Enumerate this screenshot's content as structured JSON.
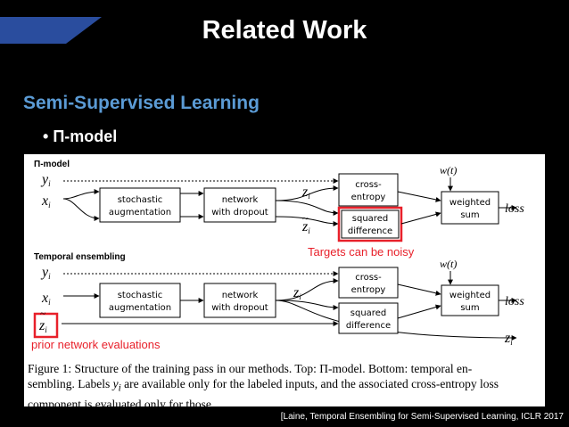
{
  "slide": {
    "title": "Related Work",
    "subtitle": "Semi-Supervised Learning",
    "bullet": "Π-model",
    "citation": "[Laine, Temporal Ensembling for Semi-Supervised Learning, ICLR 2017"
  },
  "colors": {
    "accent": "#2a4d9e",
    "subtitle": "#5b9bd5",
    "highlight": "#e8202a"
  },
  "figure": {
    "pi_label": "Π-model",
    "te_label": "Temporal ensembling",
    "boxes": {
      "stochastic": [
        "stochastic",
        "augmentation"
      ],
      "network": [
        "network",
        "with dropout"
      ],
      "cross": [
        "cross-",
        "entropy"
      ],
      "squared": [
        "squared",
        "difference"
      ],
      "weighted": [
        "weighted",
        "sum"
      ]
    },
    "vars": {
      "y": "y",
      "x": "x",
      "z": "z",
      "i": "i",
      "w": "w(t)",
      "loss": "loss"
    },
    "annotations": {
      "noisy": "Targets can be noisy",
      "prior": "prior network evaluations"
    },
    "caption": {
      "p1": "Figure 1:  Structure of the training pass in our methods.  Top: Π-model.  Bottom: temporal en-",
      "p2a": "sembling.  Labels ",
      "p2b": " are available only for the labeled inputs, and the associated cross-entropy loss",
      "p3": "component is evaluated only for those."
    }
  }
}
